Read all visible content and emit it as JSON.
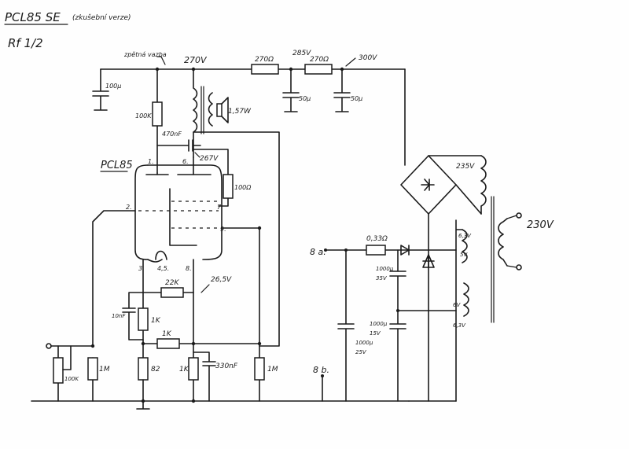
{
  "header": {
    "title": "PCL85 SE",
    "note": "(zkušební verze)",
    "signature": "Rf 1/2"
  },
  "tube": {
    "name": "PCL85",
    "pins": {
      "p1": "1.",
      "p2": "2.",
      "p6": "6.",
      "p7": "7.",
      "p9": "9.",
      "p3": "3.",
      "p45": "4,5.",
      "p8": "8."
    }
  },
  "labels": {
    "feedback": "zpětná vazba",
    "v270": "270V",
    "v285": "285V",
    "v300": "300V",
    "v267": "267V",
    "v265": "26,5V",
    "v230": "230V",
    "v235": "235V",
    "v63": "6,3V",
    "v5": "5V",
    "v6": "6V",
    "v63b": "6,3V",
    "heater8": "8 a.",
    "heater8b": "8 b."
  },
  "components": {
    "c100u": "100µ",
    "r100k_top": "100K",
    "c470n": "470nF",
    "spk": "1,57W",
    "r100_g": "100Ω",
    "r270a": "270Ω",
    "r270b": "270Ω",
    "c50u_a": "50µ",
    "c50u_b": "50µ",
    "r22k": "22K",
    "c10n": "10nF",
    "r1k_a": "1K",
    "r1k_b": "1K",
    "pot100k": "100K",
    "r1m_a": "1M",
    "r82": "82",
    "r1k_c": "1K",
    "c330n": "330nF",
    "r1m_b": "1M",
    "r033": "0,33Ω",
    "c1000_a": "1000µ",
    "c1000_a_v": "35V",
    "c1000_b": "1000µ",
    "c1000_b_v": "15V",
    "c1000_c": "1000µ",
    "c1000_c_v": "25V"
  }
}
